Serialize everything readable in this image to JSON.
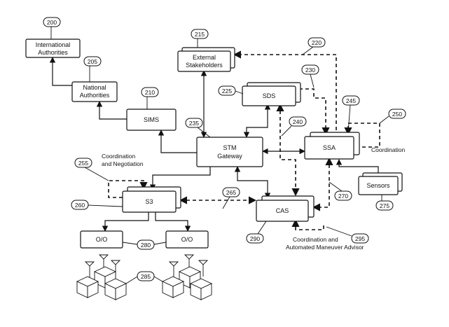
{
  "nodes": {
    "international_authorities": {
      "line1": "International",
      "line2": "Authorities"
    },
    "national_authorities": {
      "line1": "National",
      "line2": "Authorities"
    },
    "external_stakeholders": {
      "line1": "External",
      "line2": "Stakeholders"
    },
    "sds": {
      "label": "SDS"
    },
    "sims": {
      "label": "SIMS"
    },
    "stm_gateway": {
      "line1": "STM",
      "line2": "Gateway"
    },
    "ssa": {
      "label": "SSA"
    },
    "sensors": {
      "label": "Sensors"
    },
    "s3": {
      "label": "S3"
    },
    "cas": {
      "label": "CAS"
    },
    "oo_left": {
      "label": "O/O"
    },
    "oo_right": {
      "label": "O/O"
    }
  },
  "refs": {
    "r200": "200",
    "r205": "205",
    "r210": "210",
    "r215": "215",
    "r220": "220",
    "r225": "225",
    "r230": "230",
    "r235": "235",
    "r240": "240",
    "r245": "245",
    "r250": "250",
    "r255": "255",
    "r260": "260",
    "r265": "265",
    "r270": "270",
    "r275": "275",
    "r280": "280",
    "r285": "285",
    "r290": "290",
    "r295": "295"
  },
  "annotations": {
    "coord_negotiation_1": "Coordination",
    "coord_negotiation_2": "and Negotiation",
    "coordination": "Coordination",
    "advisor_1": "Coordination and",
    "advisor_2": "Automated Maneuver Advisor"
  }
}
